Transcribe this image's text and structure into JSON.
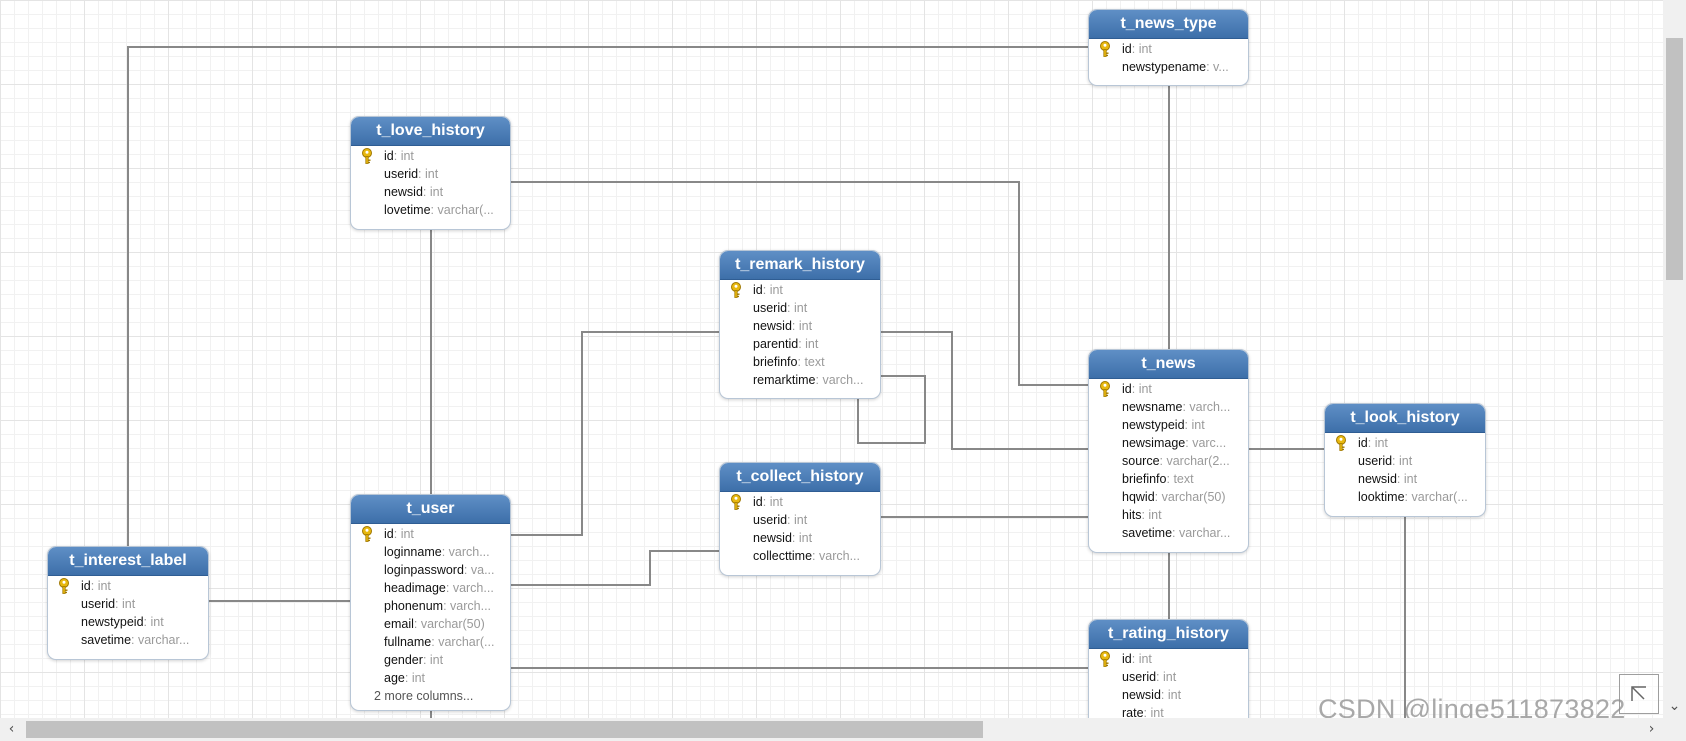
{
  "tables": {
    "news_type": {
      "name": "t_news_type",
      "columns": [
        {
          "name": "id",
          "type": "int",
          "pk": true
        },
        {
          "name": "newstypename",
          "type": "v...",
          "pk": false
        }
      ]
    },
    "love_history": {
      "name": "t_love_history",
      "columns": [
        {
          "name": "id",
          "type": "int",
          "pk": true
        },
        {
          "name": "userid",
          "type": "int",
          "pk": false
        },
        {
          "name": "newsid",
          "type": "int",
          "pk": false
        },
        {
          "name": "lovetime",
          "type": "varchar(...",
          "pk": false
        }
      ]
    },
    "remark_history": {
      "name": "t_remark_history",
      "columns": [
        {
          "name": "id",
          "type": "int",
          "pk": true
        },
        {
          "name": "userid",
          "type": "int",
          "pk": false
        },
        {
          "name": "newsid",
          "type": "int",
          "pk": false
        },
        {
          "name": "parentid",
          "type": "int",
          "pk": false
        },
        {
          "name": "briefinfo",
          "type": "text",
          "pk": false
        },
        {
          "name": "remarktime",
          "type": "varch...",
          "pk": false
        }
      ]
    },
    "news": {
      "name": "t_news",
      "columns": [
        {
          "name": "id",
          "type": "int",
          "pk": true
        },
        {
          "name": "newsname",
          "type": "varch...",
          "pk": false
        },
        {
          "name": "newstypeid",
          "type": "int",
          "pk": false
        },
        {
          "name": "newsimage",
          "type": "varc...",
          "pk": false
        },
        {
          "name": "source",
          "type": "varchar(2...",
          "pk": false
        },
        {
          "name": "briefinfo",
          "type": "text",
          "pk": false
        },
        {
          "name": "hqwid",
          "type": "varchar(50)",
          "pk": false
        },
        {
          "name": "hits",
          "type": "int",
          "pk": false
        },
        {
          "name": "savetime",
          "type": "varchar...",
          "pk": false
        }
      ]
    },
    "look_history": {
      "name": "t_look_history",
      "columns": [
        {
          "name": "id",
          "type": "int",
          "pk": true
        },
        {
          "name": "userid",
          "type": "int",
          "pk": false
        },
        {
          "name": "newsid",
          "type": "int",
          "pk": false
        },
        {
          "name": "looktime",
          "type": "varchar(...",
          "pk": false
        }
      ]
    },
    "collect_history": {
      "name": "t_collect_history",
      "columns": [
        {
          "name": "id",
          "type": "int",
          "pk": true
        },
        {
          "name": "userid",
          "type": "int",
          "pk": false
        },
        {
          "name": "newsid",
          "type": "int",
          "pk": false
        },
        {
          "name": "collecttime",
          "type": "varch...",
          "pk": false
        }
      ]
    },
    "user": {
      "name": "t_user",
      "columns": [
        {
          "name": "id",
          "type": "int",
          "pk": true
        },
        {
          "name": "loginname",
          "type": "varch...",
          "pk": false
        },
        {
          "name": "loginpassword",
          "type": "va...",
          "pk": false
        },
        {
          "name": "headimage",
          "type": "varch...",
          "pk": false
        },
        {
          "name": "phonenum",
          "type": "varch...",
          "pk": false
        },
        {
          "name": "email",
          "type": "varchar(50)",
          "pk": false
        },
        {
          "name": "fullname",
          "type": "varchar(...",
          "pk": false
        },
        {
          "name": "gender",
          "type": "int",
          "pk": false
        },
        {
          "name": "age",
          "type": "int",
          "pk": false
        }
      ],
      "more": "2 more columns..."
    },
    "interest_label": {
      "name": "t_interest_label",
      "columns": [
        {
          "name": "id",
          "type": "int",
          "pk": true
        },
        {
          "name": "userid",
          "type": "int",
          "pk": false
        },
        {
          "name": "newstypeid",
          "type": "int",
          "pk": false
        },
        {
          "name": "savetime",
          "type": "varchar...",
          "pk": false
        }
      ]
    },
    "rating_history": {
      "name": "t_rating_history",
      "columns": [
        {
          "name": "id",
          "type": "int",
          "pk": true
        },
        {
          "name": "userid",
          "type": "int",
          "pk": false
        },
        {
          "name": "newsid",
          "type": "int",
          "pk": false
        },
        {
          "name": "rate",
          "type": "int",
          "pk": false
        }
      ]
    }
  },
  "relations": [
    [
      "interest_label",
      "news_type"
    ],
    [
      "love_history",
      "user"
    ],
    [
      "love_history",
      "news"
    ],
    [
      "remark_history",
      "user"
    ],
    [
      "remark_history",
      "news"
    ],
    [
      "remark_history",
      "remark_history"
    ],
    [
      "collect_history",
      "user"
    ],
    [
      "collect_history",
      "news"
    ],
    [
      "interest_label",
      "user"
    ],
    [
      "rating_history",
      "user"
    ],
    [
      "rating_history",
      "news"
    ],
    [
      "look_history",
      "news"
    ],
    [
      "look_history",
      "user"
    ],
    [
      "news_type",
      "news"
    ]
  ],
  "watermark": "CSDN @linge511873822",
  "icons": {
    "primary_key": "key-icon",
    "scroll_left": "chevron-left-icon",
    "scroll_right": "chevron-right-icon",
    "scroll_down": "chevron-down-icon",
    "fit": "fit-to-view-icon"
  },
  "colors": {
    "header": "#4a7db8",
    "line": "#888888",
    "key": "#e8b80f"
  }
}
